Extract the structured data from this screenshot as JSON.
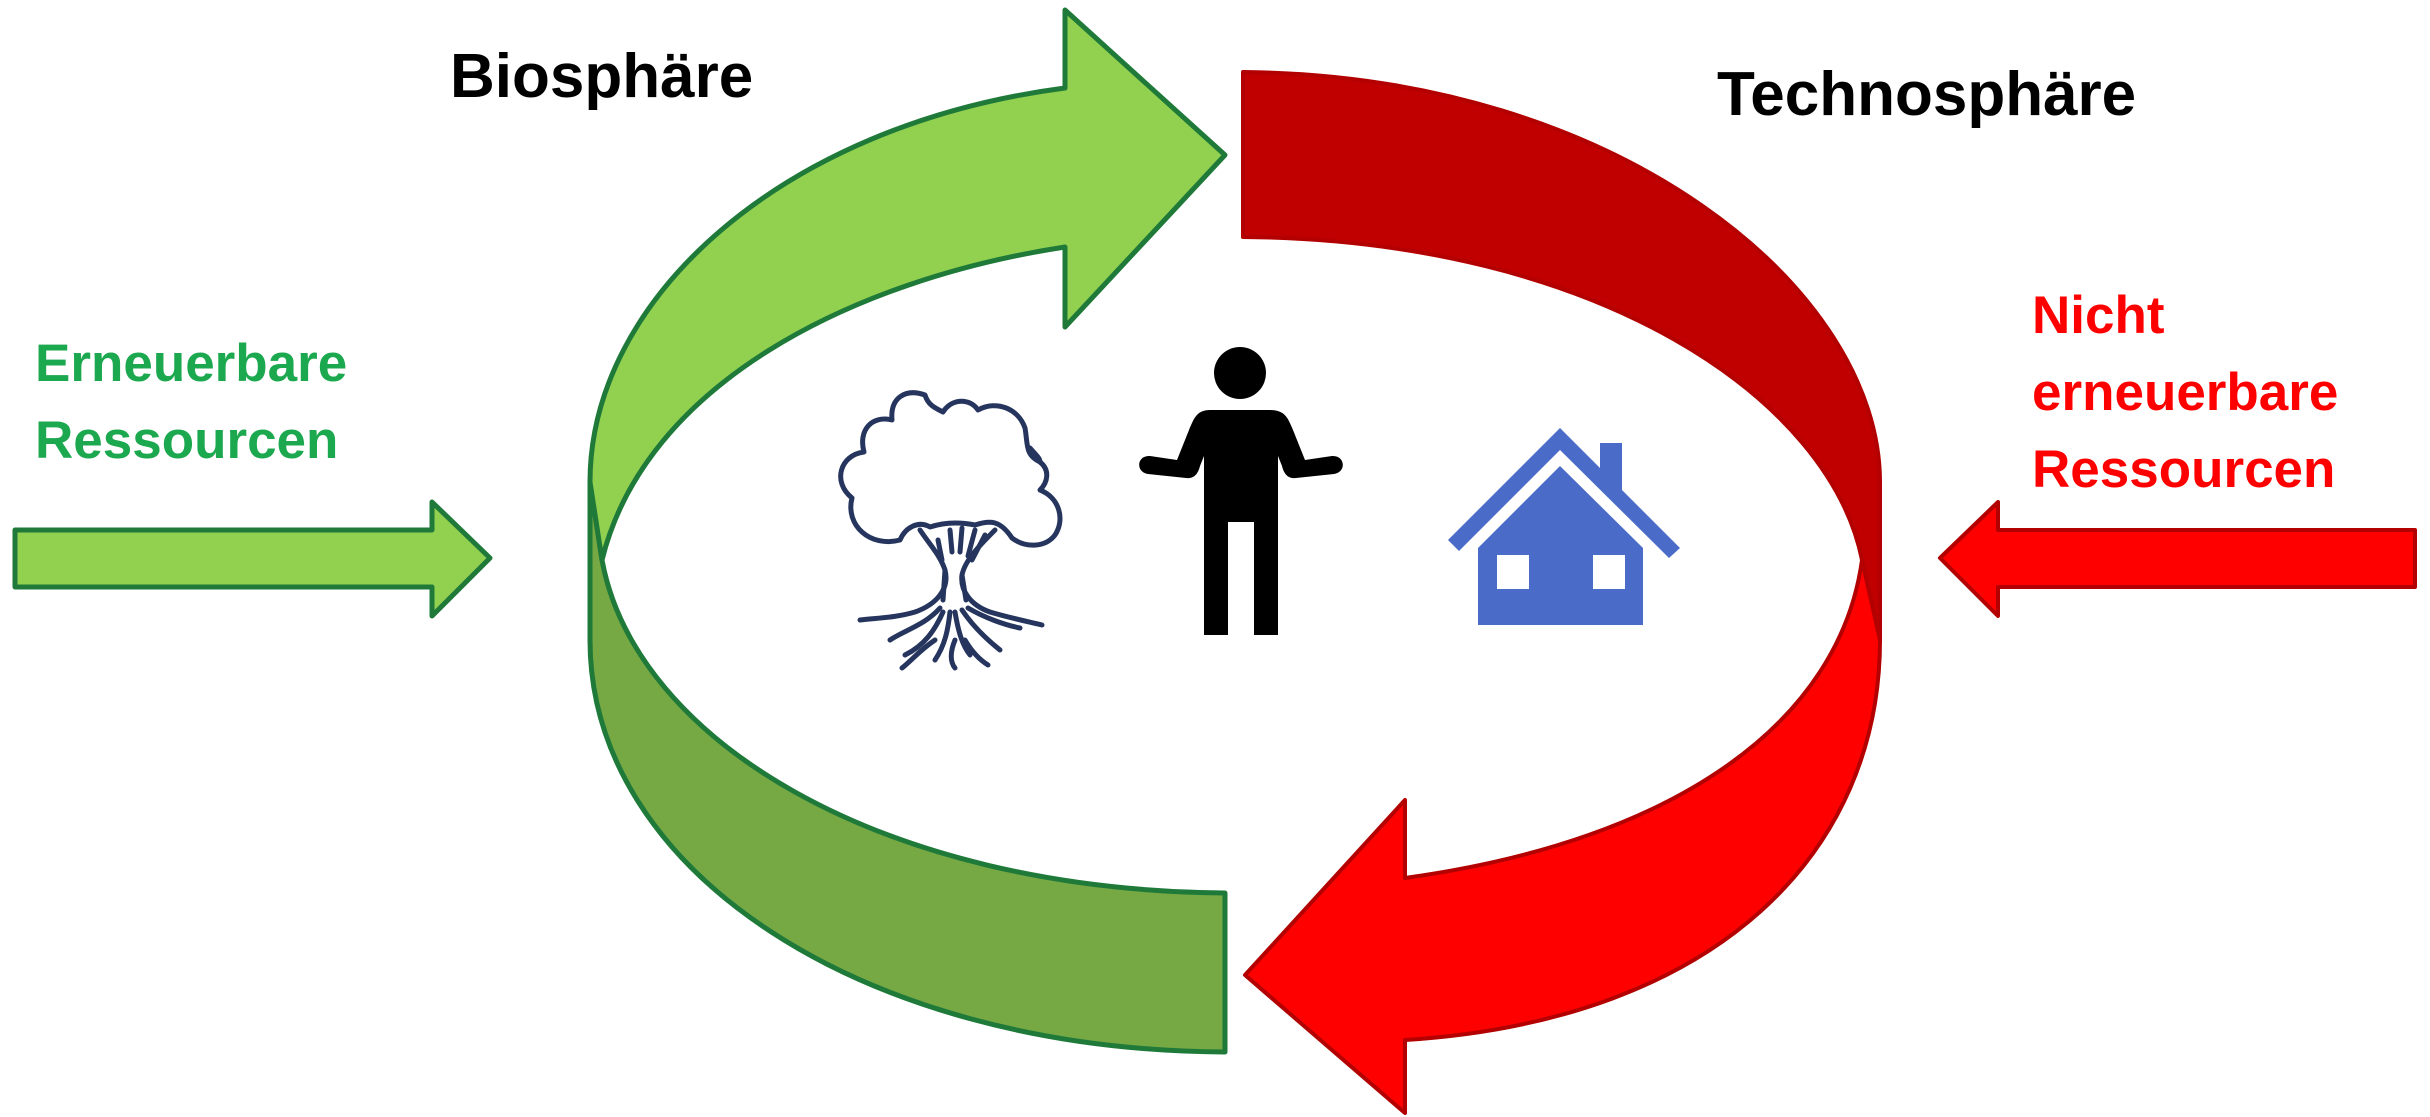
{
  "biosphere": {
    "title": "Biosphäre"
  },
  "technosphere": {
    "title": "Technosphäre"
  },
  "renewable": {
    "line1": "Erneuerbare",
    "line2": "Ressourcen"
  },
  "non_renewable": {
    "line1": "Nicht",
    "line2": "erneuerbare",
    "line3": "Ressourcen"
  },
  "icons": {
    "tree": "tree-icon",
    "person": "person-icon",
    "house": "house-icon"
  },
  "colors": {
    "green_light": "#92d050",
    "green_dark": "#76a844",
    "green_stroke": "#1f7a3a",
    "green_text": "#1ca84f",
    "red_light": "#ff0000",
    "red_dark": "#c00000",
    "red_stroke": "#b30000",
    "red_text": "#ff0000",
    "tree_stroke": "#26355e",
    "house_fill": "#4a6cc8"
  }
}
